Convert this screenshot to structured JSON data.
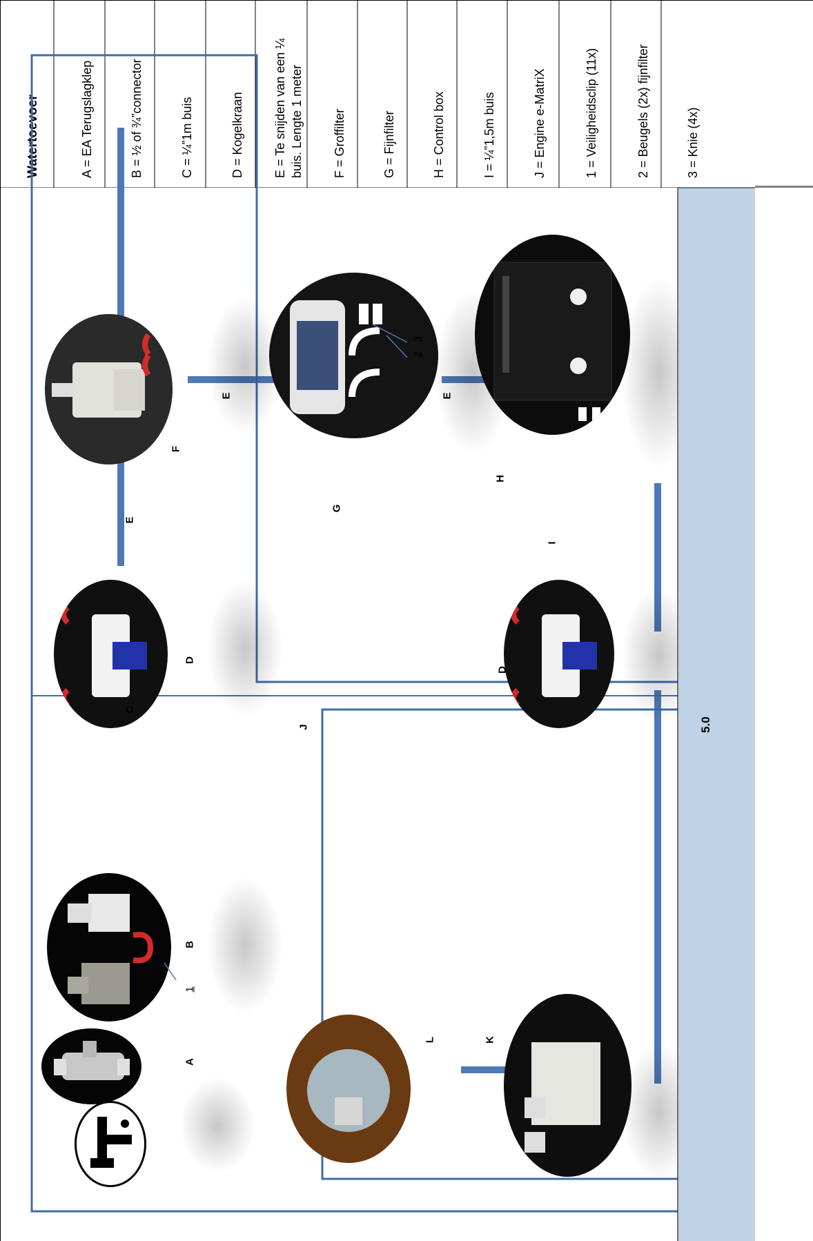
{
  "legend": {
    "title": "Watertoevoer",
    "items": [
      "A = EA Terugslagklep",
      "B = ½ of ¾”connector",
      "C = ¼”1m buis",
      "D = Kogelkraan",
      "E = Te snijden van een ¼",
      "buis. Lengte 1 meter",
      "F = Groffilter",
      "G = Fijnfilter",
      "H = Control box",
      "I = ¼”1,5m buis",
      "J = Engine e-MatriX",
      "1 = Veiligheidsclip (11x)",
      "2 = Beugels (2x) fijnfilter",
      "3 = Knie (4x)"
    ]
  },
  "section_number": "5.0",
  "diagram_labels": {
    "A": "A",
    "B": "B",
    "C": "C",
    "D1": "D",
    "D2": "D",
    "E1": "E",
    "E2": "E",
    "E3": "E",
    "F": "F",
    "G": "G",
    "H": "H",
    "I": "I",
    "J": "J",
    "K": "K",
    "L": "L",
    "n1": "1",
    "n2": "2",
    "n3": "3"
  },
  "colors": {
    "pipe": "#4e79b6",
    "frame": "#3f6ca8",
    "footer_band": "#c0d2e6",
    "clip_red": "#d42a2a"
  }
}
